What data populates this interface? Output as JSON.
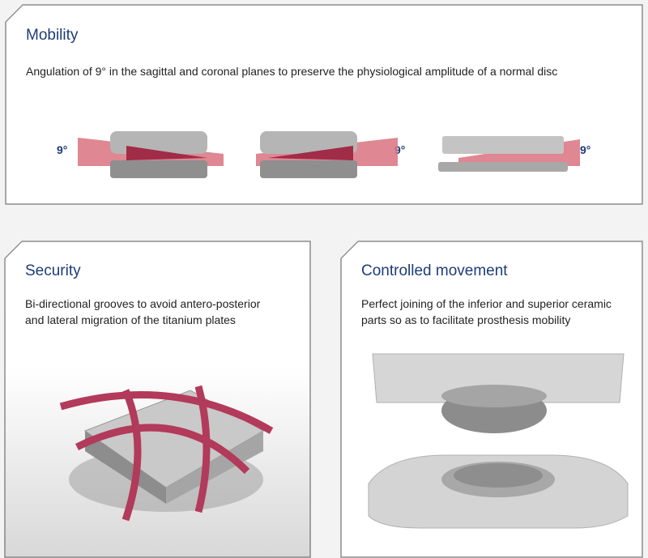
{
  "mobility": {
    "title": "Mobility",
    "description": "Angulation of 9° in the sagittal and coronal planes to preserve the physiological amplitude of a normal disc",
    "angles": [
      "9°",
      "9°",
      "9°"
    ]
  },
  "security": {
    "title": "Security",
    "description_lines": [
      "Bi-directional grooves to avoid antero-posterior",
      "and lateral migration of the titanium plates"
    ]
  },
  "controlled": {
    "title": "Controlled movement",
    "description_lines": [
      "Perfect joining of the inferior and superior ceramic",
      "parts so as to facilitate prosthesis mobility"
    ]
  },
  "colors": {
    "title": "#1d3c78",
    "wedge": "#c8506e",
    "metal": "#b9b9b9"
  }
}
